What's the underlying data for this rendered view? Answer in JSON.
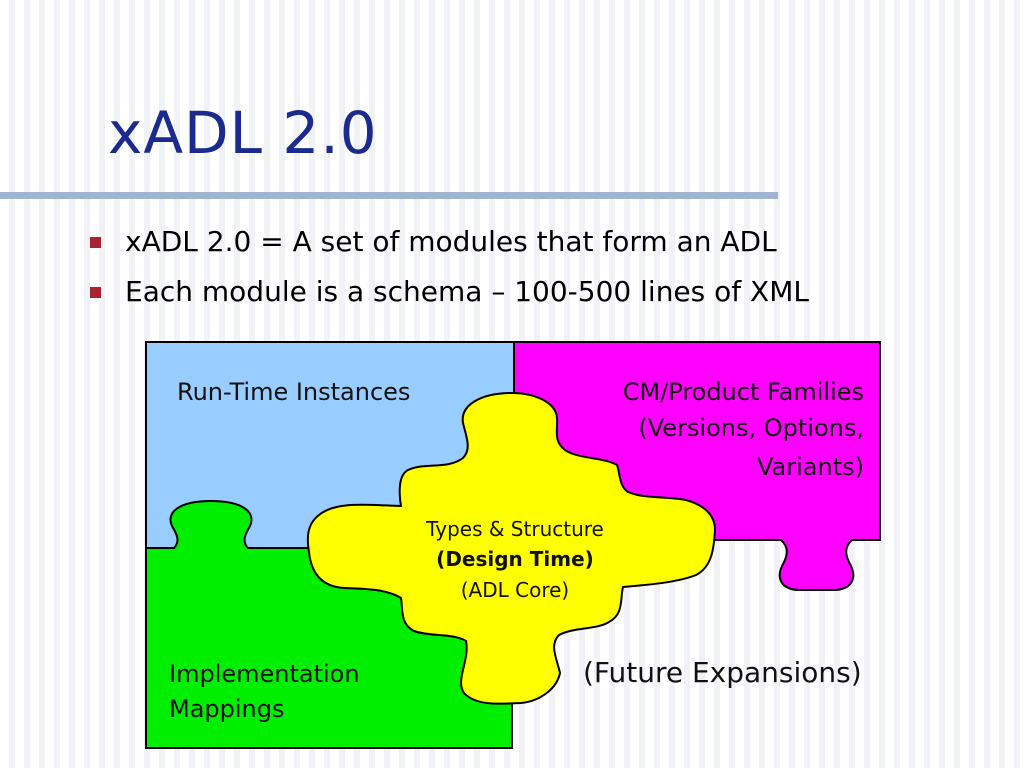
{
  "slide": {
    "title": "xADL 2.0",
    "bullets": [
      "xADL 2.0 = A set of modules that form an ADL",
      "Each module is a schema – 100-500 lines of XML"
    ]
  },
  "diagram": {
    "pieces": {
      "runtime": {
        "label": "Run-Time Instances",
        "color": "#99ccff"
      },
      "cm": {
        "lines": [
          "CM/Product Families",
          "(Versions, Options,",
          "Variants)"
        ],
        "color": "#ff00ff"
      },
      "implementation": {
        "lines": [
          "Implementation",
          "Mappings"
        ],
        "color": "#00ee00"
      },
      "types": {
        "line1": "Types & Structure",
        "line2": "(Design Time)",
        "line3": "(ADL Core)",
        "color": "#ffff00"
      }
    },
    "future_label": "(Future Expansions)"
  }
}
